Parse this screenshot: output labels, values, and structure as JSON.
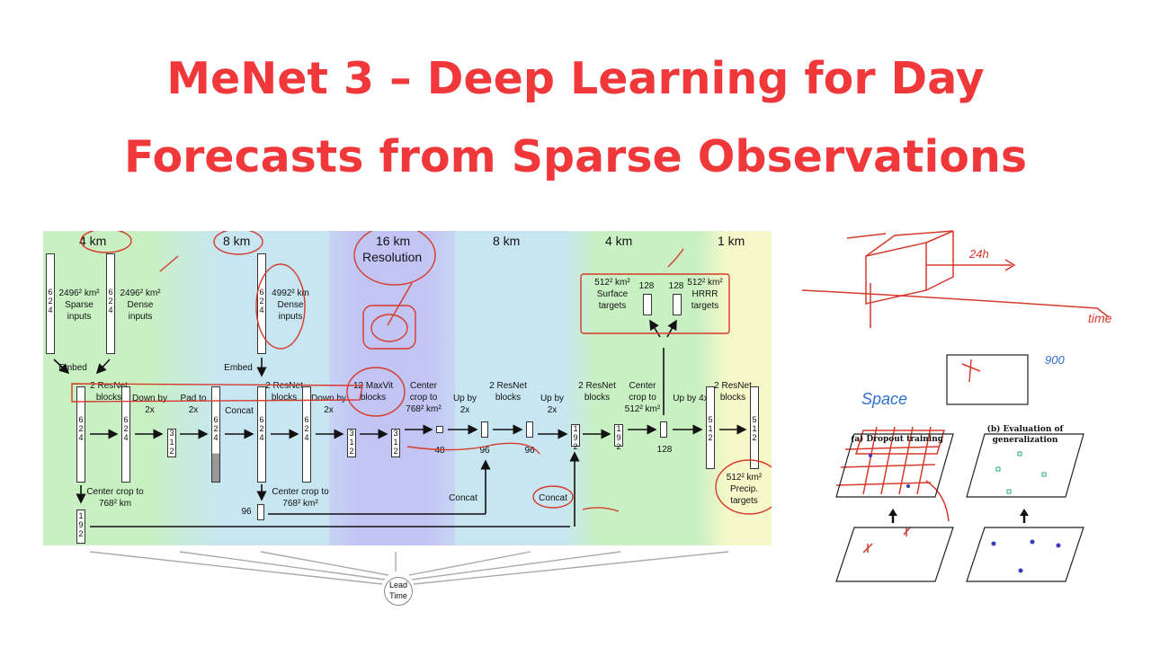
{
  "title_line1": "MeNet 3 – Deep Learning for Day",
  "title_line2": "Forecasts from Sparse Observations",
  "resolutions": [
    "4 km",
    "8 km",
    "16 km",
    "Resolution",
    "8 km",
    "4 km",
    "1 km"
  ],
  "labels": {
    "sparse": "2496² km² Sparse inputs",
    "dense1": "2496² km² Dense inputs",
    "dense2": "4992² km Dense inputs",
    "embed": "Embed",
    "resnet2": "2 ResNet blocks",
    "down2x": "Down by 2x",
    "pad2x": "Pad to 2x",
    "concat": "Concat",
    "maxvit": "12 MaxVit blocks",
    "centercrop768": "Center crop to 768² km²",
    "up2x": "Up by 2x",
    "centercrop512": "Center crop to 512² km²",
    "up4x": "Up by 4x",
    "centercrop_bottom1": "Center crop to 768² km",
    "centercrop_bottom2": "Center crop to 768² km²",
    "surface": "512² km² Surface targets",
    "hrrr": "512² km² HRRR targets",
    "precip": "512² km² Precip. targets",
    "leadtime": "Lead Time"
  },
  "dims": {
    "d624": "6 2 4",
    "d312": "3 1 2",
    "d192": "1 9 2",
    "d512": "5 1 2",
    "n48": "48",
    "n96": "96",
    "n128": "128"
  },
  "sketch": {
    "time_label": "time",
    "hours_label": "24h",
    "space_label": "Space",
    "num_label": "900",
    "panel_a": "(a) Dropout training",
    "panel_b": "(b) Evaluation of generalization"
  },
  "colors": {
    "title": "#f0373a",
    "band_green": "#c9f0c3",
    "band_blue": "#c7e6f2",
    "band_purple": "#c2c4f4",
    "band_yellow": "#f7f8c9",
    "annotation": "#d63a2c"
  }
}
